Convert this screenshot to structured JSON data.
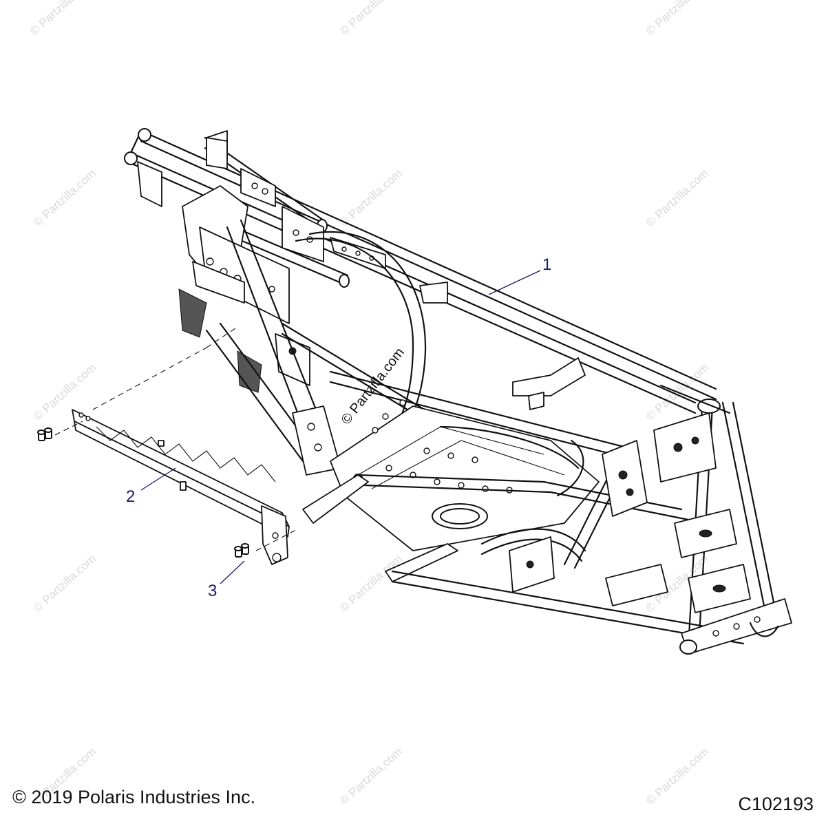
{
  "watermark": "© Partzilla.com",
  "center_watermark": "© Partzilla.com",
  "callouts": {
    "part1": "1",
    "part2": "2",
    "part3": "3"
  },
  "footer": {
    "copyright": "© 2019 Polaris Industries Inc.",
    "code": "C102193"
  },
  "colors": {
    "line": "#111111",
    "callout": "#1a1a6e",
    "watermark": "#d9d9d9"
  }
}
